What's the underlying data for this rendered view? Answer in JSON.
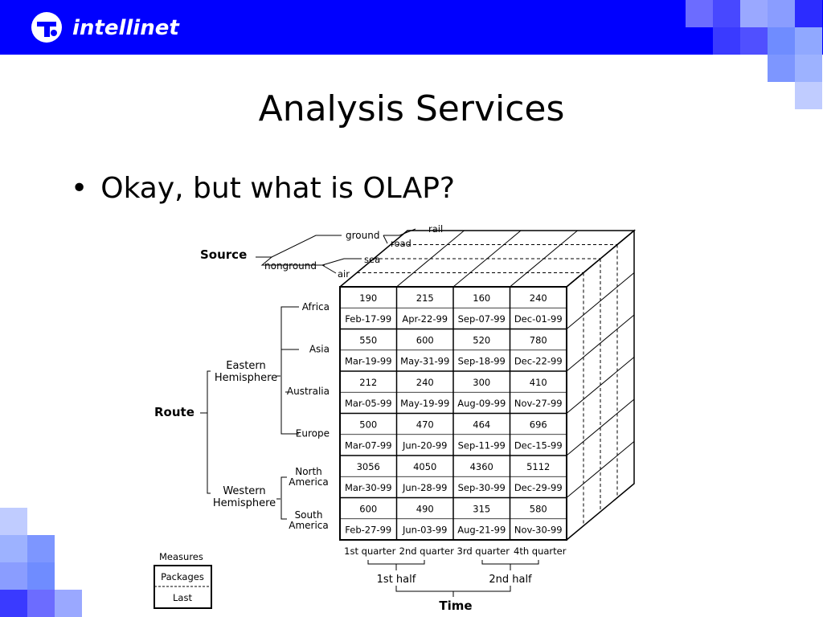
{
  "brand": {
    "name": "intellinet"
  },
  "slide": {
    "title": "Analysis Services",
    "bullet": "Okay, but what is OLAP?"
  },
  "cube": {
    "source": {
      "label": "Source",
      "ground": "ground",
      "nonground": "nonground",
      "rail": "rail",
      "road": "road",
      "sea": "sea",
      "air": "air"
    },
    "route": {
      "label": "Route",
      "eastern": [
        "Eastern",
        "Hemisphere"
      ],
      "western": [
        "Western",
        "Hemisphere"
      ],
      "regions": [
        "Africa",
        "Asia",
        "Australia",
        "Europe"
      ],
      "north_america": [
        "North",
        "America"
      ],
      "south_america": [
        "South",
        "America"
      ]
    },
    "time": {
      "label": "Time",
      "quarters": [
        "1st quarter",
        "2nd quarter",
        "3rd quarter",
        "4th quarter"
      ],
      "halves": [
        "1st half",
        "2nd half"
      ]
    },
    "measures": {
      "label": "Measures",
      "items": [
        "Packages",
        "Last"
      ]
    },
    "rows": [
      {
        "packages": [
          "190",
          "215",
          "160",
          "240"
        ],
        "last": [
          "Feb-17-99",
          "Apr-22-99",
          "Sep-07-99",
          "Dec-01-99"
        ]
      },
      {
        "packages": [
          "550",
          "600",
          "520",
          "780"
        ],
        "last": [
          "Mar-19-99",
          "May-31-99",
          "Sep-18-99",
          "Dec-22-99"
        ]
      },
      {
        "packages": [
          "212",
          "240",
          "300",
          "410"
        ],
        "last": [
          "Mar-05-99",
          "May-19-99",
          "Aug-09-99",
          "Nov-27-99"
        ]
      },
      {
        "packages": [
          "500",
          "470",
          "464",
          "696"
        ],
        "last": [
          "Mar-07-99",
          "Jun-20-99",
          "Sep-11-99",
          "Dec-15-99"
        ]
      },
      {
        "packages": [
          "3056",
          "4050",
          "4360",
          "5112"
        ],
        "last": [
          "Mar-30-99",
          "Jun-28-99",
          "Sep-30-99",
          "Dec-29-99"
        ]
      },
      {
        "packages": [
          "600",
          "490",
          "315",
          "580"
        ],
        "last": [
          "Feb-27-99",
          "Jun-03-99",
          "Aug-21-99",
          "Nov-30-99"
        ]
      }
    ]
  }
}
